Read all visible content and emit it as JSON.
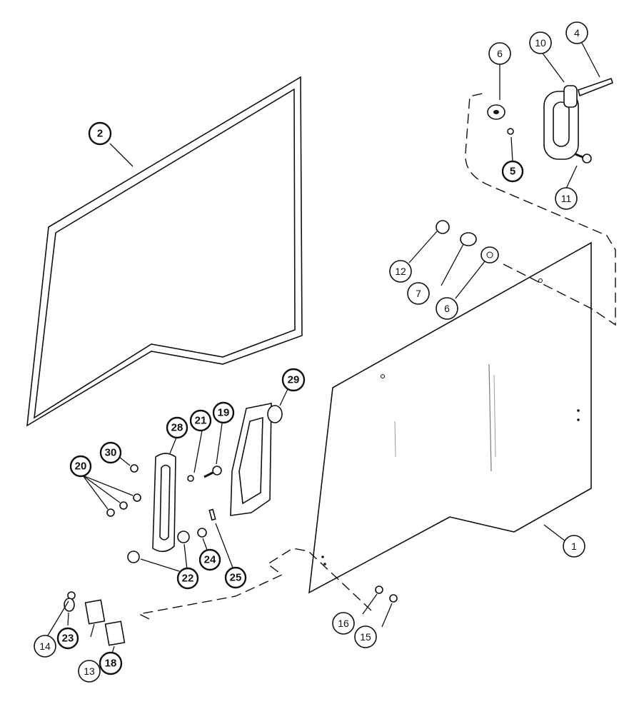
{
  "callouts": [
    {
      "label": "1",
      "bold": false
    },
    {
      "label": "2",
      "bold": true
    },
    {
      "label": "4",
      "bold": false
    },
    {
      "label": "5",
      "bold": true
    },
    {
      "label": "6",
      "bold": false
    },
    {
      "label": "6",
      "bold": false
    },
    {
      "label": "7",
      "bold": false
    },
    {
      "label": "10",
      "bold": false
    },
    {
      "label": "11",
      "bold": false
    },
    {
      "label": "12",
      "bold": false
    },
    {
      "label": "13",
      "bold": false
    },
    {
      "label": "14",
      "bold": false
    },
    {
      "label": "15",
      "bold": false
    },
    {
      "label": "16",
      "bold": false
    },
    {
      "label": "18",
      "bold": true
    },
    {
      "label": "19",
      "bold": true
    },
    {
      "label": "20",
      "bold": true
    },
    {
      "label": "21",
      "bold": true
    },
    {
      "label": "22",
      "bold": true
    },
    {
      "label": "23",
      "bold": true
    },
    {
      "label": "24",
      "bold": true
    },
    {
      "label": "25",
      "bold": true
    },
    {
      "label": "28",
      "bold": true
    },
    {
      "label": "29",
      "bold": true
    },
    {
      "label": "30",
      "bold": true
    }
  ]
}
